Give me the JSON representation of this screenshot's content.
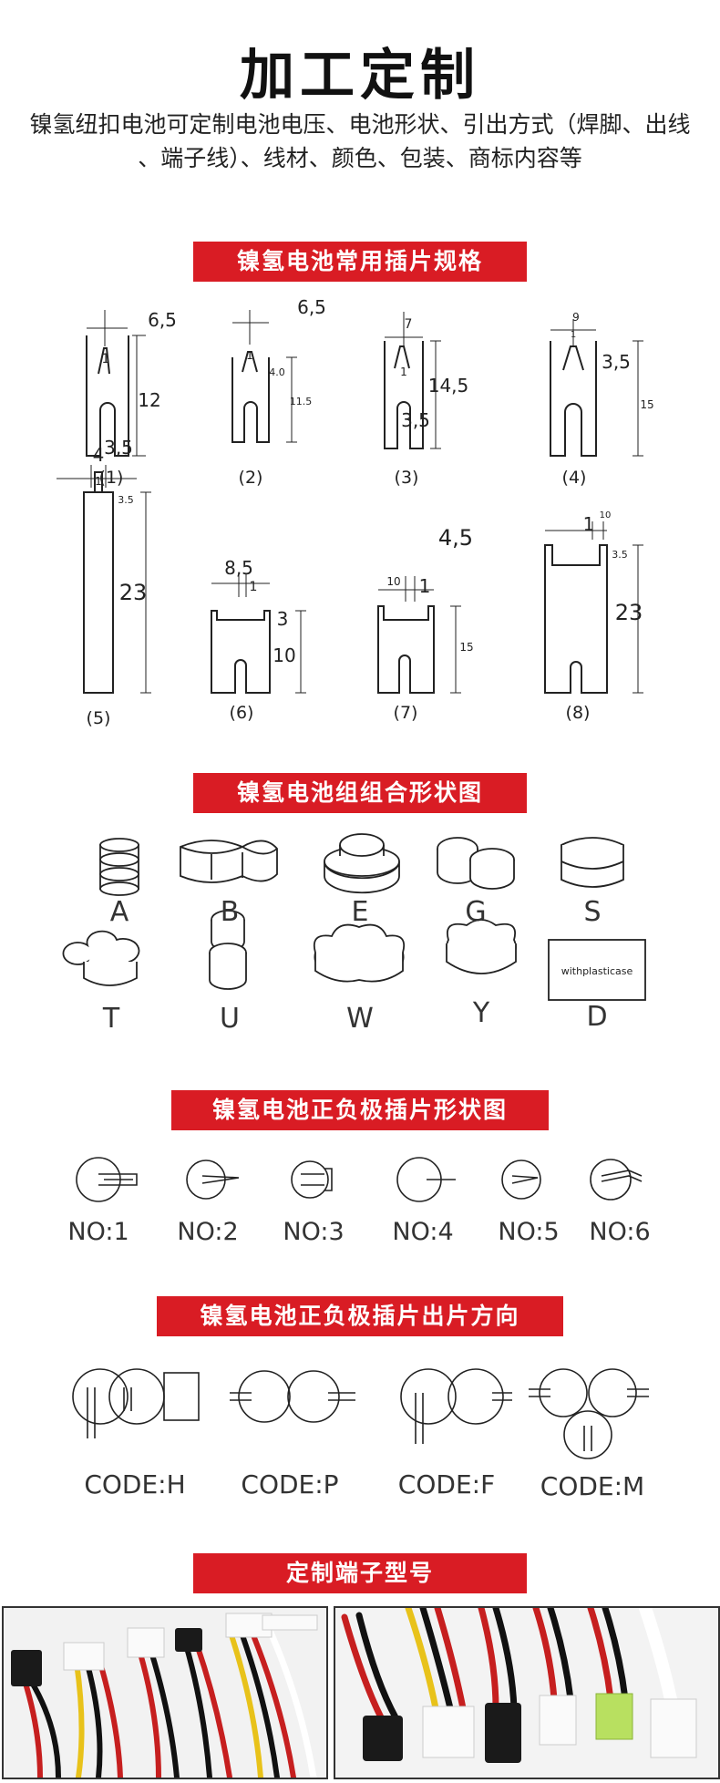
{
  "page": {
    "title": "加工定制",
    "intro": "镍氢纽扣电池可定制电池电压、电池形状、引出方式（焊脚、出线 、端子线）、线材、颜色、包装、商标内容等"
  },
  "sections": {
    "tab_specs": "镍氢电池常用插片规格",
    "pack_shapes": "镍氢电池组组合形状图",
    "tab_shapes": "镍氢电池正负极插片形状图",
    "tab_directions": "镍氢电池正负极插片出片方向",
    "terminals": "定制端子型号"
  },
  "tab_specs": [
    {
      "label": "(1)",
      "dims": [
        "6,5",
        "1",
        "12",
        "3,5"
      ]
    },
    {
      "label": "(2)",
      "dims": [
        "6,5",
        "1",
        "4.0",
        "11.5"
      ]
    },
    {
      "label": "(3)",
      "dims": [
        "7",
        "1",
        "3,5",
        "14,5"
      ]
    },
    {
      "label": "(4)",
      "dims": [
        "9",
        "1",
        "3,5",
        "15"
      ]
    },
    {
      "label": "(5)",
      "dims": [
        "4",
        "1",
        "3.5",
        "23"
      ]
    },
    {
      "label": "(6)",
      "dims": [
        "8,5",
        "1",
        "3",
        "10"
      ]
    },
    {
      "label": "(7)",
      "dims": [
        "10",
        "1",
        "4,5",
        "15"
      ]
    },
    {
      "label": "(8)",
      "dims": [
        "1",
        "10",
        "3.5",
        "23"
      ]
    }
  ],
  "pack_shapes": [
    {
      "label": "A"
    },
    {
      "label": "B"
    },
    {
      "label": "E"
    },
    {
      "label": "G"
    },
    {
      "label": "S"
    },
    {
      "label": "T"
    },
    {
      "label": "U"
    },
    {
      "label": "W"
    },
    {
      "label": "Y"
    },
    {
      "label": "D",
      "box_text": "withplasticase"
    }
  ],
  "tab_shape_labels": [
    "NO:1",
    "NO:2",
    "NO:3",
    "NO:4",
    "NO:5",
    "NO:6"
  ],
  "direction_codes": [
    "CODE:H",
    "CODE:P",
    "CODE:F",
    "CODE:M"
  ],
  "colors": {
    "banner": "#d91c24",
    "line": "#222222"
  }
}
